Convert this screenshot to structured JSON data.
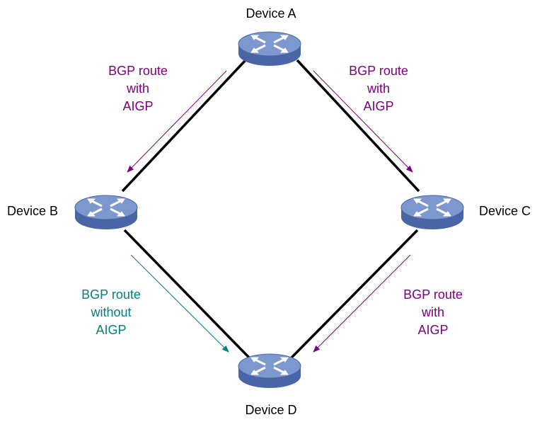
{
  "devices": {
    "a": {
      "name": "Device A"
    },
    "b": {
      "name": "Device B"
    },
    "c": {
      "name": "Device C"
    },
    "d": {
      "name": "Device D"
    }
  },
  "routes": {
    "a_to_b": {
      "lines": [
        "BGP route",
        "with",
        "AIGP"
      ],
      "color": "#800080"
    },
    "a_to_c": {
      "lines": [
        "BGP route",
        "with",
        "AIGP"
      ],
      "color": "#800080"
    },
    "b_to_d": {
      "lines": [
        "BGP route",
        "without",
        "AIGP"
      ],
      "color": "#008080"
    },
    "c_to_d": {
      "lines": [
        "BGP route",
        "with",
        "AIGP"
      ],
      "color": "#800080"
    }
  },
  "colors": {
    "router_body": "#5b76b6",
    "router_top": "#7d97cf",
    "link": "#000000"
  }
}
